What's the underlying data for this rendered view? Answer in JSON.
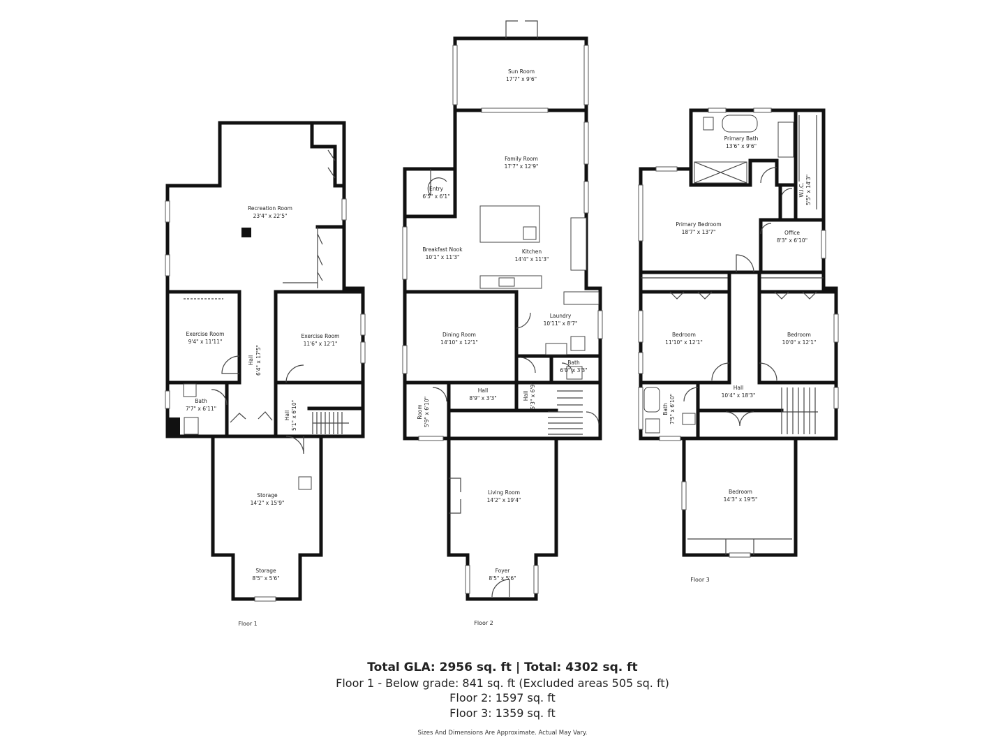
{
  "floors": [
    {
      "label": "Floor 1",
      "rooms": [
        {
          "name": "Recreation Room",
          "dims": "23'4\" x 22'5\""
        },
        {
          "name": "Exercise Room",
          "dims": "9'4\" x 11'11\""
        },
        {
          "name": "Hall",
          "dims": "6'4\" x 17'5\""
        },
        {
          "name": "Exercise Room",
          "dims": "11'6\" x 12'1\""
        },
        {
          "name": "Bath",
          "dims": "7'7\" x 6'11\""
        },
        {
          "name": "Hall",
          "dims": "5'1\" x 6'10\""
        },
        {
          "name": "Storage",
          "dims": "14'2\" x 15'9\""
        },
        {
          "name": "Storage",
          "dims": "8'5\" x 5'6\""
        }
      ]
    },
    {
      "label": "Floor 2",
      "rooms": [
        {
          "name": "Sun Room",
          "dims": "17'7\" x 9'6\""
        },
        {
          "name": "Family Room",
          "dims": "17'7\" x 12'9\""
        },
        {
          "name": "Entry",
          "dims": "6'5\" x 6'1\""
        },
        {
          "name": "Breakfast Nook",
          "dims": "10'1\" x 11'3\""
        },
        {
          "name": "Kitchen",
          "dims": "14'4\" x 11'3\""
        },
        {
          "name": "Dining Room",
          "dims": "14'10\" x 12'1\""
        },
        {
          "name": "Laundry",
          "dims": "10'11\" x 8'7\""
        },
        {
          "name": "Bath",
          "dims": "6'0\" x 3'3\""
        },
        {
          "name": "Hall",
          "dims": "5'3\" x 6'9\""
        },
        {
          "name": "Hall",
          "dims": "8'9\" x 3'3\""
        },
        {
          "name": "Room",
          "dims": "5'9\" x 6'10\""
        },
        {
          "name": "Living Room",
          "dims": "14'2\" x 19'4\""
        },
        {
          "name": "Foyer",
          "dims": "8'5\" x 5'6\""
        }
      ]
    },
    {
      "label": "Floor 3",
      "rooms": [
        {
          "name": "Primary Bath",
          "dims": "13'6\" x 9'6\""
        },
        {
          "name": "W.I.C.",
          "dims": "5'5\" x 14'3\""
        },
        {
          "name": "Primary Bedroom",
          "dims": "18'7\" x 13'7\""
        },
        {
          "name": "Office",
          "dims": "8'3\" x 6'10\""
        },
        {
          "name": "Bedroom",
          "dims": "11'10\" x 12'1\""
        },
        {
          "name": "Bedroom",
          "dims": "10'0\" x 12'1\""
        },
        {
          "name": "Hall",
          "dims": "10'4\" x 18'3\""
        },
        {
          "name": "Bath",
          "dims": "7'5\" x 6'10\""
        },
        {
          "name": "Bedroom",
          "dims": "14'3\" x 19'5\""
        }
      ]
    }
  ],
  "summary": {
    "title": "Total GLA: 2956 sq. ft | Total: 4302 sq. ft",
    "floor1": "Floor 1 - Below grade: 841 sq. ft (Excluded areas 505 sq. ft)",
    "floor2": "Floor 2: 1597 sq. ft",
    "floor3": "Floor 3: 1359 sq. ft"
  },
  "disclaimer": "Sizes And Dimensions Are Approximate. Actual May Vary."
}
